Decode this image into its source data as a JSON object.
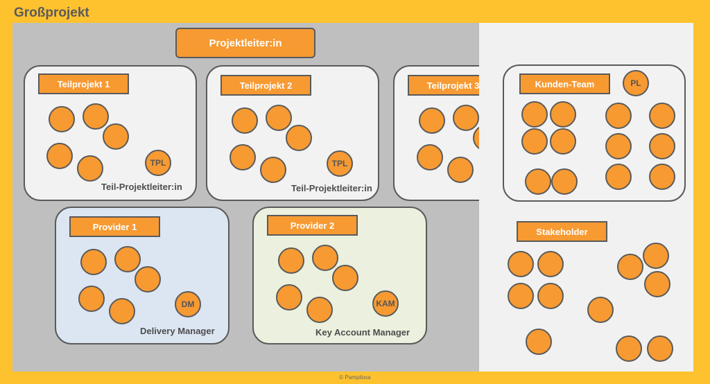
{
  "title": "Großprojekt",
  "footer": "© Pampiloxa",
  "colors": {
    "background": "#fec22e",
    "accent": "#f79a32",
    "border": "#5a5a5a",
    "gray_area": "#bfbfbf",
    "white_area": "#f1f1f1"
  },
  "project_lead": "Projektleiter:in",
  "subprojects": [
    {
      "label": "Teilprojekt 1",
      "lead_badge": "TPL",
      "lead_caption": "Teil-Projektleiter:in"
    },
    {
      "label": "Teilprojekt 2",
      "lead_badge": "TPL",
      "lead_caption": "Teil-Projektleiter:in"
    },
    {
      "label": "Teilprojekt 3"
    }
  ],
  "providers": [
    {
      "label": "Provider 1",
      "badge": "DM",
      "caption": "Delivery Manager"
    },
    {
      "label": "Provider 2",
      "badge": "KAM",
      "caption": "Key Account Manager"
    }
  ],
  "customer_team": {
    "label": "Kunden-Team",
    "badge": "PL"
  },
  "stakeholder": {
    "label": "Stakeholder"
  }
}
